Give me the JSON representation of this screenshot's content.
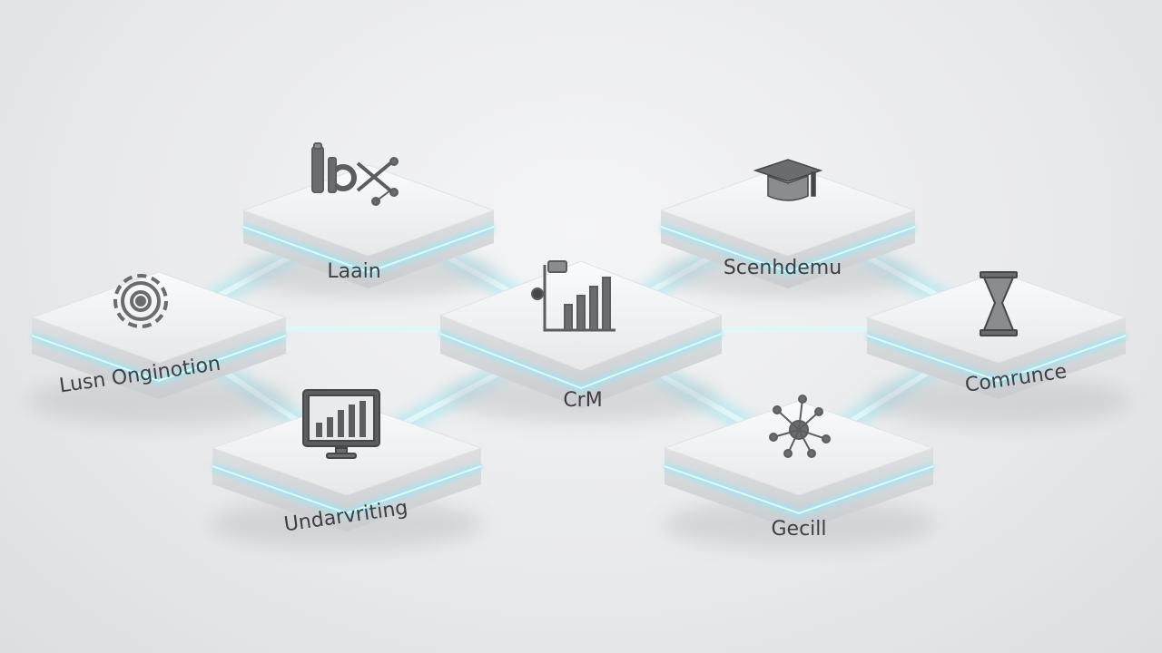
{
  "diagram": {
    "colors": {
      "background": "#e9eaec",
      "tile_top": "#f3f4f5",
      "tile_side": "#d9dbde",
      "glow": "#9fe6ef",
      "icon": "#5b5d60",
      "label": "#3d3f42"
    },
    "nodes": [
      {
        "id": "loan",
        "label": "Laain",
        "icon": "tools-icon"
      },
      {
        "id": "servicing",
        "label": "Scenhdemu",
        "icon": "graduation-cap-icon"
      },
      {
        "id": "loan-origination",
        "label": "Lusn Onginotion",
        "icon": "gear-icon"
      },
      {
        "id": "crm",
        "label": "CrM",
        "icon": "bar-chart-icon"
      },
      {
        "id": "compliance",
        "label": "Comrunce",
        "icon": "hourglass-icon"
      },
      {
        "id": "underwriting",
        "label": "Undarvriting",
        "icon": "monitor-chart-icon"
      },
      {
        "id": "general",
        "label": "Gecill",
        "icon": "network-icon"
      }
    ],
    "connections": [
      [
        "loan",
        "loan-origination"
      ],
      [
        "loan",
        "crm"
      ],
      [
        "servicing",
        "crm"
      ],
      [
        "servicing",
        "compliance"
      ],
      [
        "loan-origination",
        "crm"
      ],
      [
        "crm",
        "compliance"
      ],
      [
        "loan-origination",
        "underwriting"
      ],
      [
        "underwriting",
        "crm"
      ],
      [
        "crm",
        "general"
      ],
      [
        "compliance",
        "general"
      ]
    ]
  }
}
